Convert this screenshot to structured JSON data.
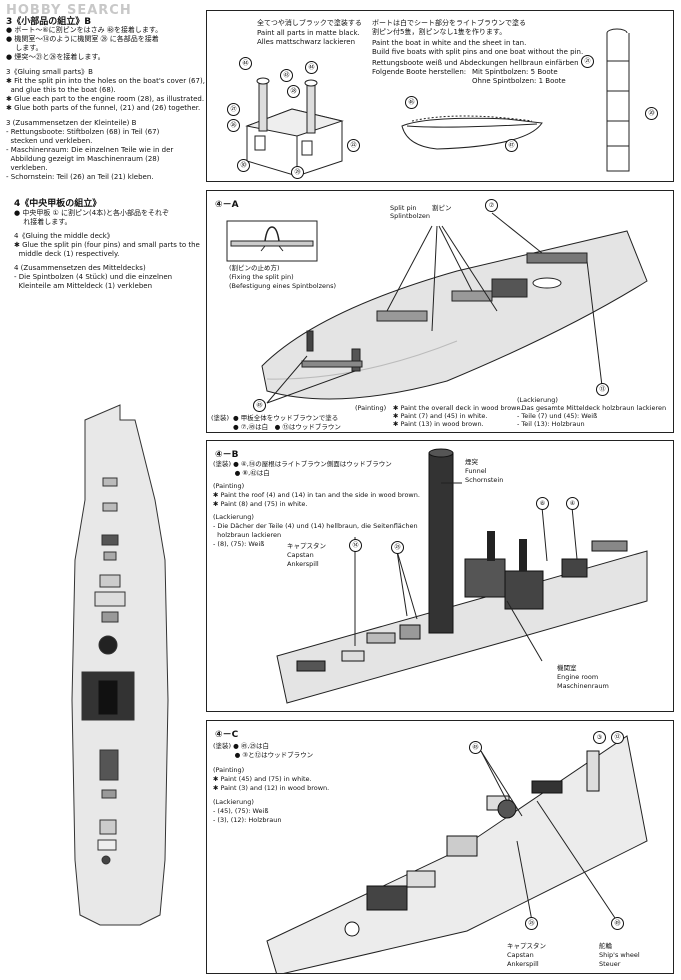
{
  "watermark": "HOBBY SEARCH",
  "left_top": {
    "title": "3《小部品の組立》B",
    "jp1": "● ボート～⑥に割ピンをはさみ ㊽を接着します。",
    "jp2": "● 機関室～⑭のように機関室 ㉘ に各部品を接着",
    "jp3": "　 します。",
    "jp4": "● 煙突～㉑と㉖を接着します。",
    "en_title": "3《Gluing small parts》B",
    "en1": "✱ Fit the split pin into the holes on the boat's cover (67),",
    "en1b": "  and glue this to the boat (68).",
    "en2": "✱ Glue each part to the engine room (28), as illustrated.",
    "en3": "✱ Glue both parts of the funnel, (21) and (26) together.",
    "de_title": "3 (Zusammensetzen der Kleinteile) B",
    "de1": "- Rettungsboote: Stiftbolzen (68) in Teil (67)",
    "de1b": "  stecken und verkleben.",
    "de2": "- Maschinenraum: Die einzelnen Teile wie in der",
    "de2b": "  Abbildung gezeigt im Maschinenraum (28)",
    "de2c": "  verkleben.",
    "de3": "- Schornstein: Teil (26) an Teil (21) kleben."
  },
  "panel_b": {
    "p1_jp": "全てつや消しブラックで塗装する",
    "p1_en": "Paint all parts in matte black.",
    "p1_de": "Alles mattschwarz lackieren",
    "p2_jp1": "ボートは白でシート部分をライトブラウンで塗る",
    "p2_jp2": "割ピン付5隻，割ピンなし1隻を作ります。",
    "p2_en1": "Paint the boat in white and the sheet in tan.",
    "p2_en2": "Build five boats with split pins and one boat without the pin.",
    "p2_de1": "Rettungsboote weiß und Abdeckungen hellbraun einfärben",
    "p2_de2": "Folgende Boote herstellen:",
    "p2_de3": "Mit Spintbolzen: 5 Boote",
    "p2_de4": "Ohne Spintbolzen: 1 Boote",
    "callouts": [
      "㊹",
      "㊸",
      "㉘",
      "㊹",
      "㉗",
      "㉖",
      "㉒",
      "㉚",
      "㉙",
      "㊻",
      "㊼",
      "㉑",
      "⑳"
    ]
  },
  "left_mid": {
    "title": "4《中央甲板の組立》",
    "jp1": "● 中央甲板 ① に割ピン(4本)と各小部品をそれぞ",
    "jp2": "　 れ接着します。",
    "en_title": "4《Gluing the middle deck》",
    "en1": "✱ Glue the split pin (four pins) and small parts to the",
    "en1b": "  middle deck (1) respectively.",
    "de_title": "4 (Zusammensetzen des Mitteldecks)",
    "de1": "- Die Spintbolzen (4 Stück) und die einzelnen",
    "de1b": "  Kleinteile am Mitteldeck (1) verkleben"
  },
  "panel_4a": {
    "title": "④－A",
    "pin_jp": "(割ピンの止め方)",
    "pin_en": "(Fixing the split pin)",
    "pin_de": "(Befestigung eines Spintbolzens)",
    "split_en": "Split pin",
    "split_de": "Splintbolzen",
    "split_jp": "割ピン",
    "c7": "⑦",
    "c45": "㊺",
    "c13": "⑬",
    "paint_label_jp": "(塗装)",
    "paint1_jp": "● 甲板全体をウッドブラウンで塗る",
    "paint2_jp": "● ⑦,㊺は白　● ⑬はウッドブラウン",
    "painting_en": "(Painting)",
    "pe1": "✱ Paint the overall deck in wood brown.",
    "pe2": "✱ Paint (7) and (45) in white.",
    "pe3": "✱ Paint (13) in wood brown.",
    "lack": "(Lackierung)",
    "pd1": "- Das gesamte Mitteldeck holzbraun lackieren",
    "pd2": "- Teile (7) und (45): Weiß",
    "pd3": "- Teil (13): Holzbraun"
  },
  "panel_4b": {
    "title": "④－B",
    "jp_paint": "(塗装) ● ④,⑭の屋根はライトブラウン側面はウッドブラウン",
    "jp_paint2": "　　　 ● ⑧,㊷は白",
    "painting_en": "(Painting)",
    "pe1": "✱ Paint the roof (4) and (14) in tan and the side in wood brown.",
    "pe2": "✱ Paint (8) and (75) in white.",
    "lack": "(Lackierung)",
    "pd1": "- Die Dächer der Teile (4) und (14) hellbraun, die Seitenflächen",
    "pd1b": "  holzbraun lackieren",
    "pd2": "- (8), (75): Weiß",
    "funnel_jp": "煙突",
    "funnel_en": "Funnel",
    "funnel_de": "Schornstein",
    "capstan_jp": "キャプスタン",
    "capstan_en": "Capstan",
    "capstan_de": "Ankerspill",
    "engine_jp": "機関室",
    "engine_en": "Engine room",
    "engine_de": "Maschinenraum",
    "c8": "⑧",
    "c4": "④",
    "c14": "⑭",
    "c75": "㉕"
  },
  "panel_4c": {
    "title": "④－C",
    "jp_paint1": "(塗装) ● ㊺,㉕は白",
    "jp_paint2": "　　　 ● ③と⑫はウッドブラウン",
    "painting_en": "(Painting)",
    "pe1": "✱ Paint (45) and (75) in white.",
    "pe2": "✱ Paint (3) and (12) in wood brown.",
    "lack": "(Lackierung)",
    "pd1": "- (45), (75): Weiß",
    "pd2": "- (3), (12): Holzbraun",
    "capstan_jp": "キャプスタン",
    "capstan_en": "Capstan",
    "capstan_de": "Ankerspill",
    "wheel_jp": "舵輪",
    "wheel_en": "Ship's wheel",
    "wheel_de": "Steuer",
    "c45": "㊺",
    "c3": "③",
    "c12": "⑫",
    "c75": "㉕",
    "c49": "㊾"
  }
}
